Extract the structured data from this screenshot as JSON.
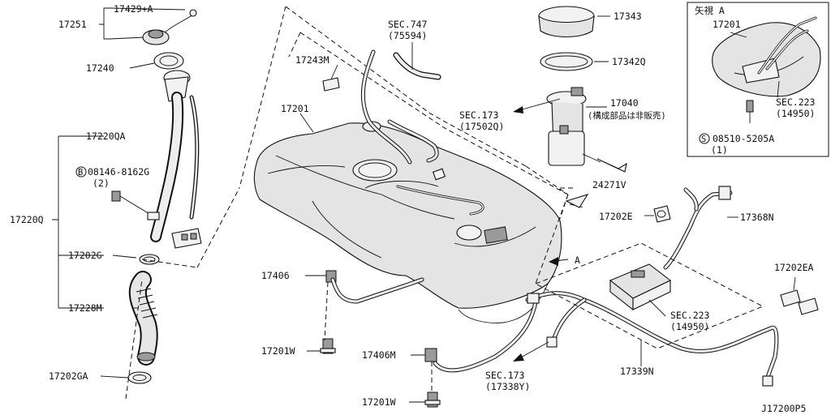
{
  "labels": {
    "p17429a": "17429+A",
    "p17251": "17251",
    "p17240": "17240",
    "p17220qa": "17220QA",
    "p08146_mark": "B",
    "p08146": "08146-8162G",
    "p08146_qty": "(2)",
    "p17220q": "17220Q",
    "p17202g": "17202G",
    "p17228m": "17228M",
    "p17202ga": "17202GA",
    "sec747": "SEC.747",
    "sec747_ref": "(75594)",
    "p17243m": "17243M",
    "p17201": "17201",
    "p17406": "17406",
    "p17201w_a": "17201W",
    "p17406m": "17406M",
    "p17201w_b": "17201W",
    "p17343": "17343",
    "p17342q": "17342Q",
    "sec173_a": "SEC.173",
    "sec173_a_ref": "(17502Q)",
    "p17040": "17040",
    "p17040_note": "(構成部品は非販売)",
    "p24271v": "24271V",
    "arrow_a": "A",
    "p17202e": "17202E",
    "p17368n": "17368N",
    "sec223_a": "SEC.223",
    "sec223_a_ref": "(14950)",
    "sec173_b": "SEC.173",
    "sec173_b_ref": "(17338Y)",
    "p17339n": "17339N",
    "p17202ea": "17202EA",
    "view_a_title": "矢視 A",
    "inset_17201": "17201",
    "sec223_b": "SEC.223",
    "sec223_b_ref": "(14950)",
    "p08510_mark": "S",
    "p08510": "08510-5205A",
    "p08510_qty": "(1)",
    "diagram_code": "J17200P5"
  }
}
